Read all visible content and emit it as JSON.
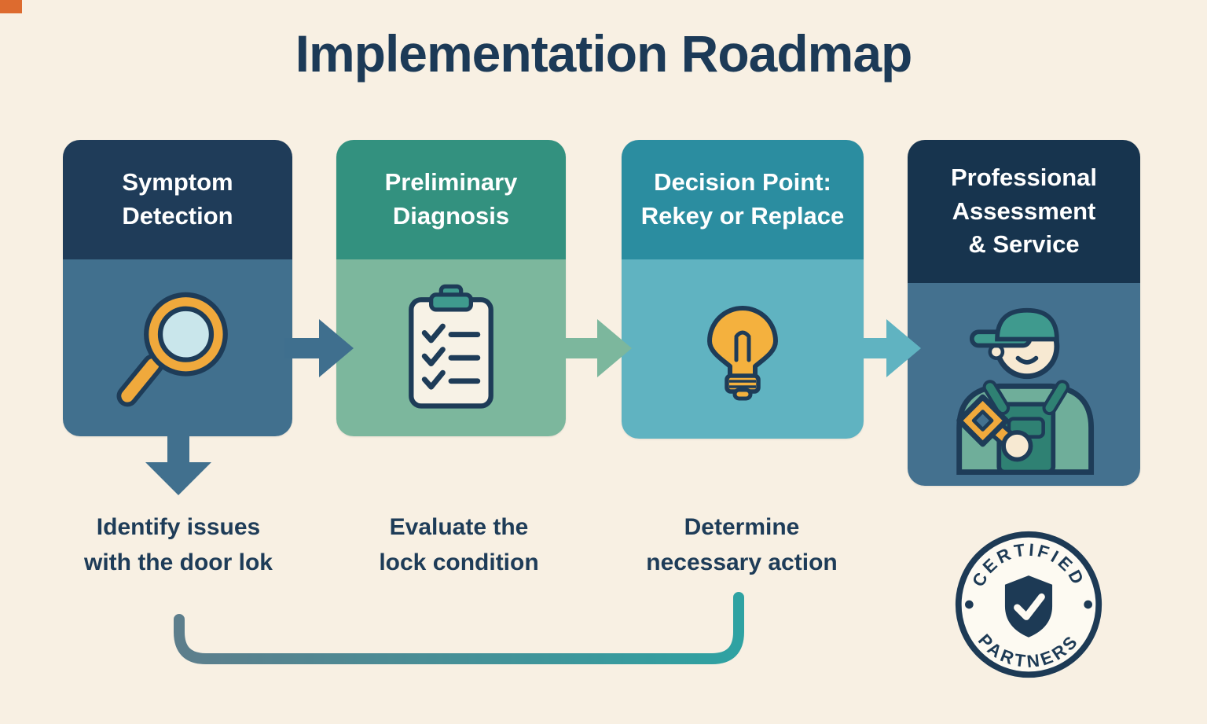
{
  "page": {
    "title": "Implementation Roadmap",
    "background_color": "#f8f0e3",
    "title_color": "#1c3a57",
    "corner_mark_color": "#dd6b2f"
  },
  "steps": [
    {
      "title": "Symptom\nDetection",
      "caption": "Identify issues\nwith the door lok",
      "icon": "magnifier-icon",
      "header_color": "#1f3c59",
      "body_color": "#41708e"
    },
    {
      "title": "Preliminary\nDiagnosis",
      "caption": "Evaluate the\nlock condition",
      "icon": "clipboard-icon",
      "header_color": "#33917f",
      "body_color": "#7cb79d"
    },
    {
      "title": "Decision Point:\nRekey or Replace",
      "caption": "Determine\nnecessary action",
      "icon": "lightbulb-icon",
      "header_color": "#2b8da0",
      "body_color": "#60b3c1"
    },
    {
      "title": "Professional\nAssessment\n& Service",
      "icon": "technician-icon",
      "header_color": "#17344e",
      "body_color": "#44718f"
    }
  ],
  "flow": {
    "arrow_colors": [
      "#3f6f8e",
      "#7cb79d",
      "#60b3c1"
    ],
    "down_arrow_color": "#41708e",
    "connector_colors": [
      "#5d7e8c",
      "#2fa2a2"
    ],
    "accent_orange": "#f0a93c"
  },
  "badge": {
    "top_text": "CERTIFIED",
    "bottom_text": "PARTNERS",
    "icon": "shield-check-icon",
    "ring_color": "#1d3a55",
    "text_color": "#1d3a55"
  }
}
